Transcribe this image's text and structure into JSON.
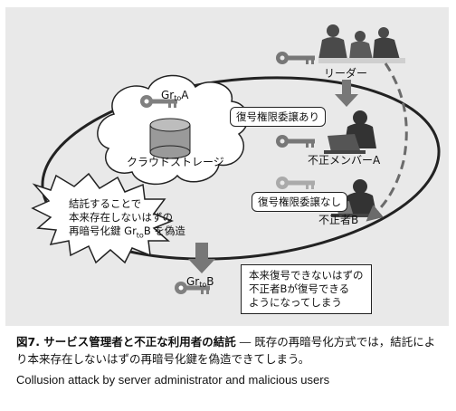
{
  "diagram": {
    "labels": {
      "leader": "リーダー",
      "cloud_storage": "クラウドストレージ",
      "member_a": "不正メンバーA",
      "person_b": "不正者B",
      "key_gr_to_a": {
        "main": "Gr",
        "sub": "to",
        "tail": "A"
      },
      "key_gr_to_b": {
        "main": "Gr",
        "sub": "to",
        "tail": "B"
      }
    },
    "badges": {
      "delegation_yes": "復号権限委譲あり",
      "delegation_no": "復号権限委譲なし"
    },
    "burst_text": [
      "結託することで",
      "本来存在しないはずの",
      "再暗号化鍵 GrtoB を偽造"
    ],
    "burst_key": {
      "pre": "再暗号化鍵 Gr",
      "sub": "to",
      "post": "B を偽造"
    },
    "result_box": [
      "本来復号できないはずの",
      "不正者Bが復号できる",
      "ようになってしまう"
    ]
  },
  "caption": {
    "figure_label": "図7. サービス管理者と不正な利用者の結託",
    "figure_desc": " ― 既存の再暗号化方式では，結託により本来存在しないはずの再暗号化鍵を偽造できてしまう。",
    "english": "Collusion attack by server administrator and malicious users"
  },
  "colors": {
    "panel": "#e9e9e9",
    "key": "#808080",
    "outline": "#222222"
  }
}
